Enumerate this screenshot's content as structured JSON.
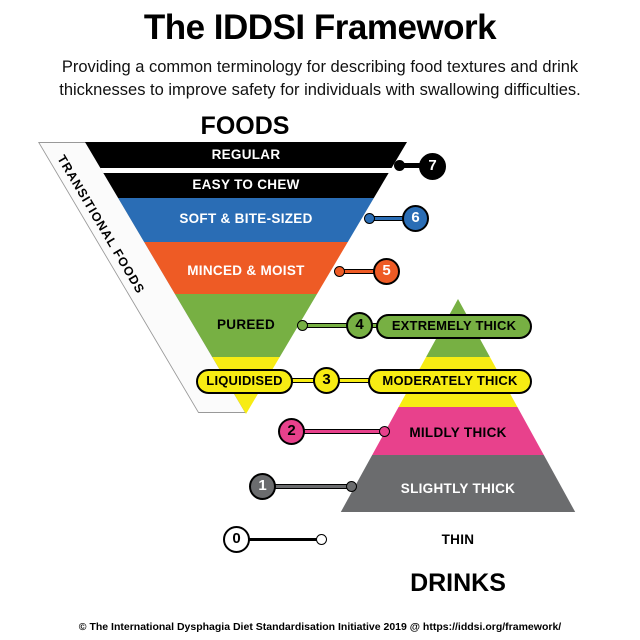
{
  "header": {
    "title": "The IDDSI Framework",
    "subtitle": "Providing a common terminology for describing food textures and drink thicknesses to improve safety for individuals with swallowing difficulties."
  },
  "foods": {
    "label": "FOODS",
    "transitional_label": "TRANSITIONAL FOODS",
    "bands": {
      "regular": {
        "name": "REGULAR",
        "level": "7"
      },
      "easy_to_chew": {
        "name": "EASY TO CHEW",
        "level": "7"
      },
      "soft_bite_sized": {
        "name": "SOFT & BITE-SIZED",
        "level": "6"
      },
      "minced_moist": {
        "name": "MINCED & MOIST",
        "level": "5"
      },
      "pureed": {
        "name": "PUREED",
        "level": "4"
      },
      "liquidised": {
        "name": "LIQUIDISED",
        "level": "3"
      }
    }
  },
  "drinks": {
    "label": "DRINKS",
    "bands": {
      "extremely_thick": {
        "name": "EXTREMELY THICK",
        "level": "4"
      },
      "moderately_thick": {
        "name": "MODERATELY THICK",
        "level": "3"
      },
      "mildly_thick": {
        "name": "MILDLY THICK",
        "level": "2"
      },
      "slightly_thick": {
        "name": "SLIGHTLY THICK",
        "level": "1"
      },
      "thin": {
        "name": "THIN",
        "level": "0"
      }
    }
  },
  "levels": {
    "7": {
      "number": "7",
      "color": "#000000"
    },
    "6": {
      "number": "6",
      "color": "#2a6db5"
    },
    "5": {
      "number": "5",
      "color": "#ee5b25"
    },
    "4": {
      "number": "4",
      "color": "#77b043"
    },
    "3": {
      "number": "3",
      "color": "#f7ec13"
    },
    "2": {
      "number": "2",
      "color": "#e8418c"
    },
    "1": {
      "number": "1",
      "color": "#6b6c6e"
    },
    "0": {
      "number": "0",
      "color": "#ffffff"
    }
  },
  "footer": {
    "text": "© The International Dysphagia Diet Standardisation Initiative 2019 @ https://iddsi.org/framework/"
  }
}
